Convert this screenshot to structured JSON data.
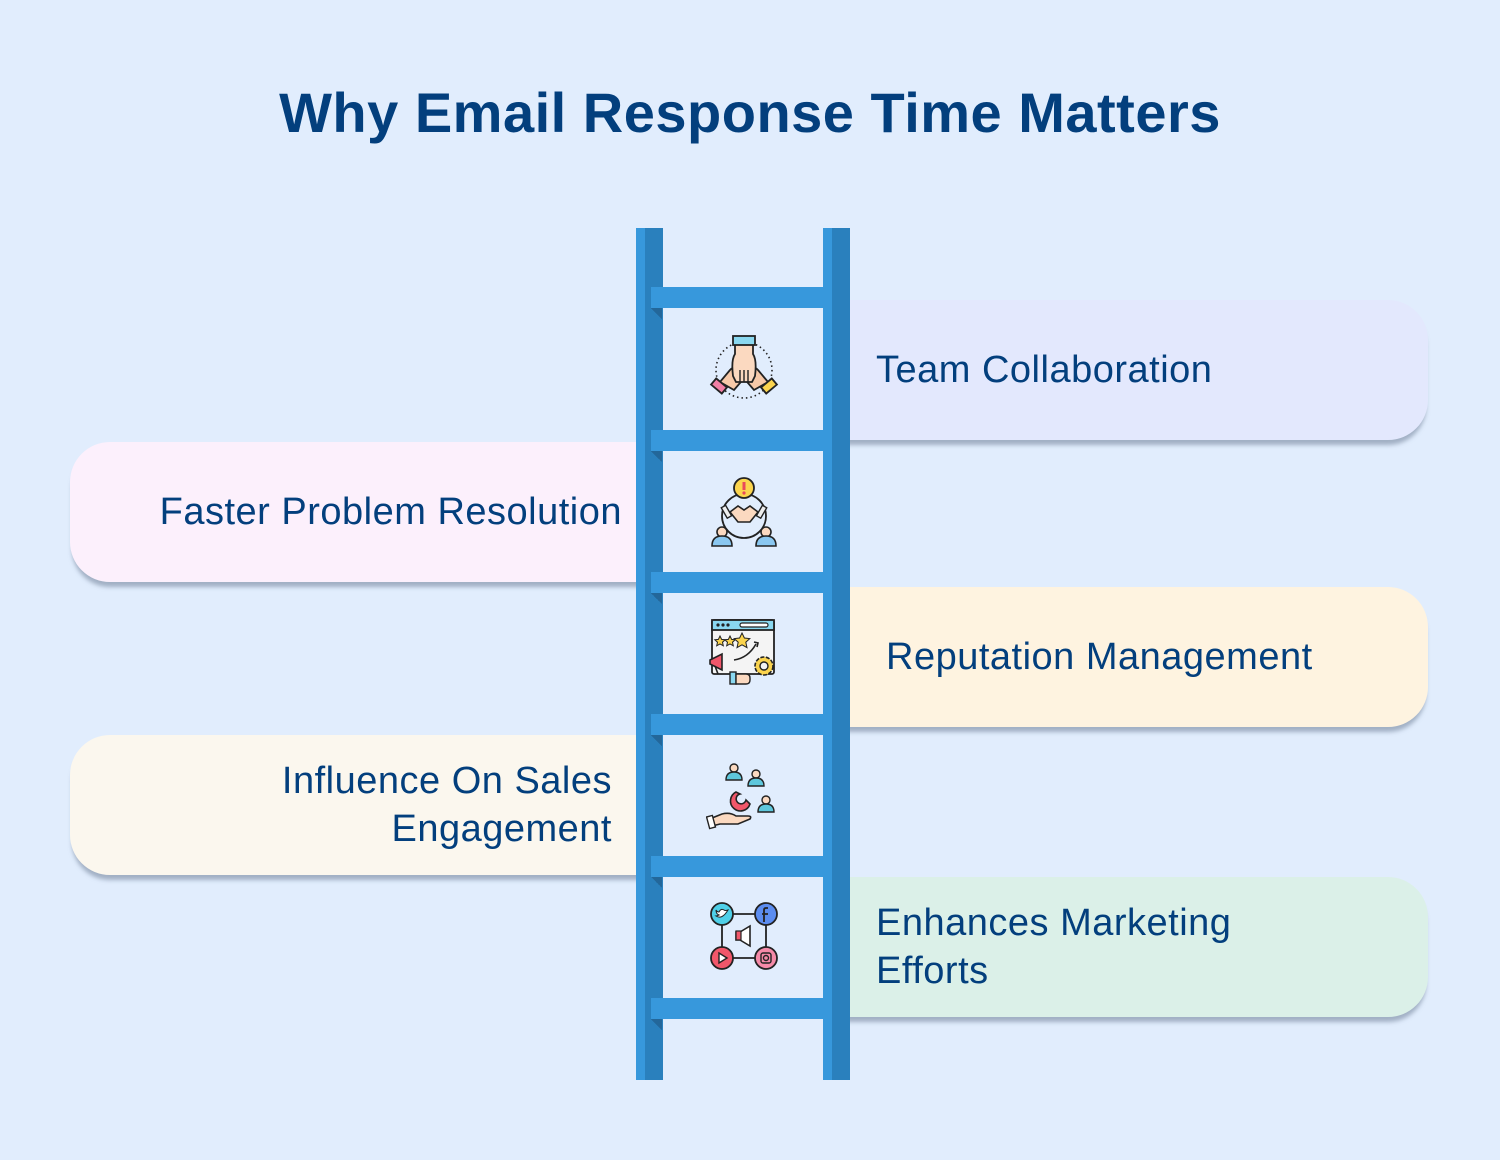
{
  "title": "Why Email Response Time Matters",
  "colors": {
    "background": "#e1edfd",
    "title_text": "#033f7d",
    "ladder_light": "#3798dc",
    "ladder_dark": "#2a80bd"
  },
  "steps": [
    {
      "label": "Team Collaboration",
      "side": "right",
      "icon": "team-hands-icon",
      "card_color": "#e3e8fd"
    },
    {
      "label": "Faster Problem Resolution",
      "side": "left",
      "icon": "problem-handshake-icon",
      "card_color": "#fcf0fc"
    },
    {
      "label": "Reputation Management",
      "side": "right",
      "icon": "reputation-review-icon",
      "card_color": "#fef3e0"
    },
    {
      "label_lines": [
        "Influence On Sales",
        "Engagement"
      ],
      "label": "Influence On Sales Engagement",
      "side": "left",
      "icon": "sales-magnet-icon",
      "card_color": "#fbf7ee"
    },
    {
      "label_lines": [
        "Enhances Marketing",
        "Efforts"
      ],
      "label": "Enhances Marketing Efforts",
      "side": "right",
      "icon": "social-marketing-icon",
      "card_color": "#dbf0e8"
    }
  ]
}
